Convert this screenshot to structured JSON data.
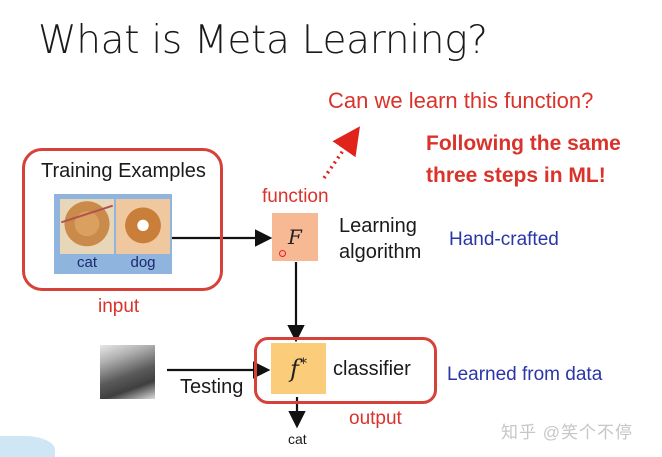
{
  "slide": {
    "title": "What is Meta Learning?",
    "callout_question": "Can we learn this function?",
    "callout_steps_line1": "Following the same",
    "callout_steps_line2": "three steps in ML!"
  },
  "input_block": {
    "heading": "Training Examples",
    "examples": [
      {
        "label": "cat",
        "image": "cat-photo"
      },
      {
        "label": "dog",
        "image": "dog-photo"
      }
    ],
    "tag": "input"
  },
  "function_block": {
    "tag": "function",
    "symbol": "F",
    "description_line1": "Learning",
    "description_line2": "algorithm",
    "annotation": "Hand-crafted"
  },
  "classifier_block": {
    "symbol": "f",
    "superscript": "*",
    "description": "classifier",
    "annotation": "Learned from data",
    "tag": "output"
  },
  "testing_block": {
    "label": "Testing",
    "image": "gray-cat-photo",
    "result": "cat"
  },
  "watermark": "知乎 @笑个不停",
  "colors": {
    "red": "#d9332b",
    "blue": "#2a35a8",
    "panel_blue": "#8fb4de",
    "F_box": "#f7b894",
    "f_star_box": "#fbcd7a"
  }
}
